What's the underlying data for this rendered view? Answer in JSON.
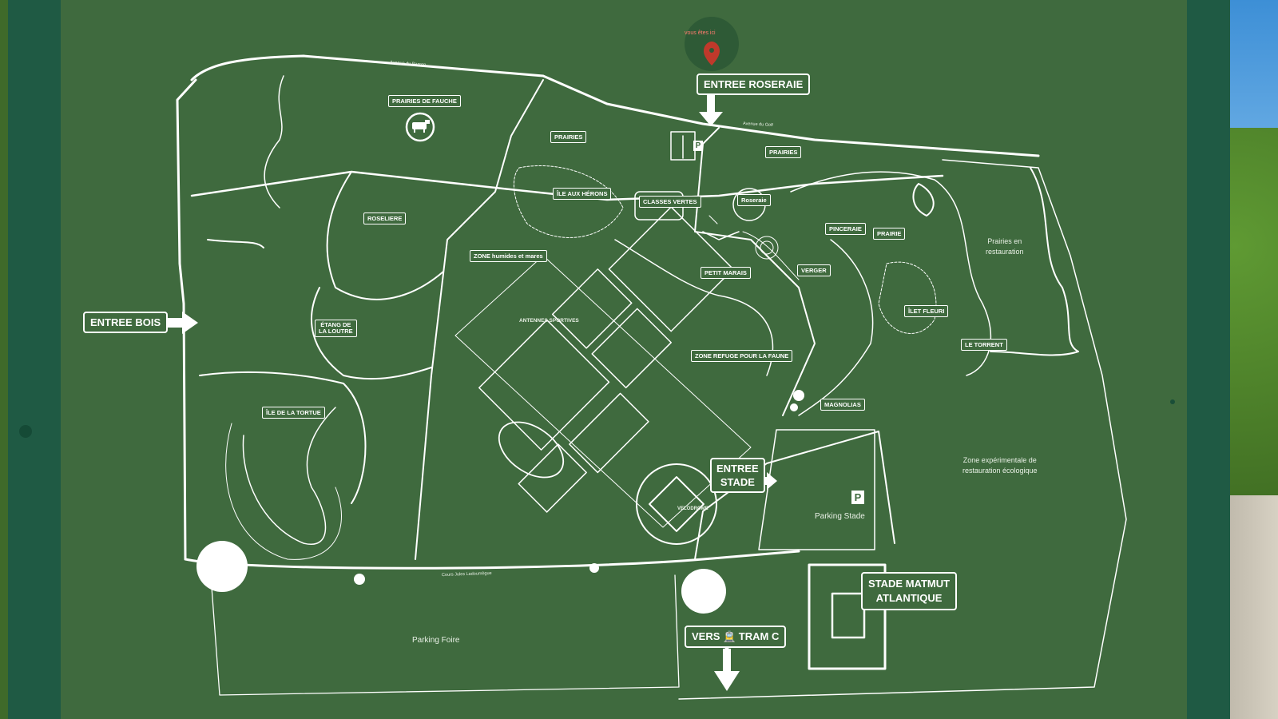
{
  "map": {
    "you_are_here": "vous êtes ici",
    "entrances": {
      "roseraie": "ENTREE ROSERAIE",
      "bois": "ENTREE BOIS",
      "stade_line1": "ENTREE",
      "stade_line2": "STADE",
      "tram": "VERS 🚊 TRAM C"
    },
    "stadium_line1": "STADE MATMUT",
    "stadium_line2": "ATLANTIQUE",
    "areas": {
      "prairies_de_fauche": "PRAIRIES DE FAUCHE",
      "prairies_1": "PRAIRIES",
      "prairies_2": "PRAIRIES",
      "ile_aux_herons": "ÎLE AUX HÉRONS",
      "classes_vertes": "CLASSES VERTES",
      "roseraie": "Roseraie",
      "roseliere": "ROSELIERE",
      "zone_humides": "ZONE humides et mares",
      "antennes_sportives": "ANTENNES SPORTIVES",
      "petit_marais": "PETIT MARAIS",
      "verger": "VERGER",
      "pinceraie": "PINCERAIE",
      "prairie": "PRAIRIE",
      "ilet_fleuri": "ÎLET FLEURI",
      "le_torrent": "LE TORRENT",
      "zone_refuge": "ZONE REFUGE POUR LA FAUNE",
      "magnolias": "MAGNOLIAS",
      "etang_loutre_1": "ÉTANG DE",
      "etang_loutre_2": "LA LOUTRE",
      "ile_tortue": "ÎLE DE LA TORTUE",
      "velodrome": "VELODROME",
      "parking_stade": "Parking Stade",
      "parking_symbol": "P",
      "parking_foire": "Parking Foire",
      "prairies_restauration_1": "Prairies en",
      "prairies_restauration_2": "restauration",
      "zone_exp_1": "Zone expérimentale de",
      "zone_exp_2": "restauration écologique"
    },
    "roads": {
      "parson": "Avenue du Parson",
      "golf": "Avenue du Golf",
      "cours": "Cours Jules Ladoumègue"
    },
    "colors": {
      "board": "#3f6a3e",
      "frame": "#1f5a44",
      "lines": "#ffffff",
      "pin": "#c0392b"
    },
    "icons": [
      "location-pin-icon",
      "cow-icon",
      "parking-icon",
      "arrow-down-icon",
      "arrow-right-icon",
      "tram-icon"
    ]
  }
}
